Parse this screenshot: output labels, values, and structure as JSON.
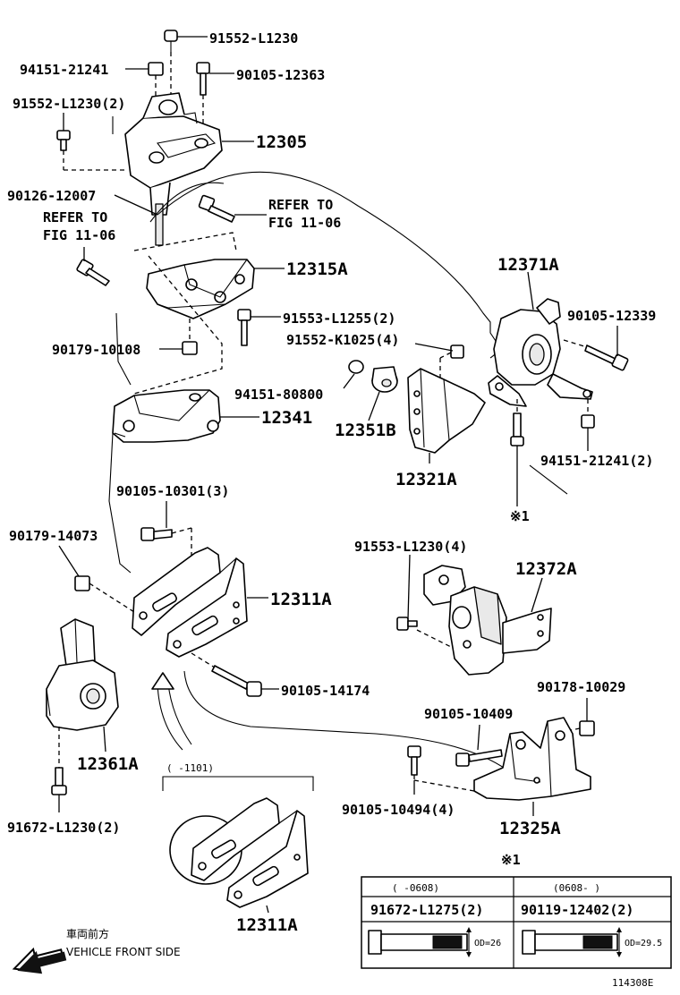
{
  "parts": {
    "p91552_L1230": "91552-L1230",
    "p94151_21241": "94151-21241",
    "p90105_12363": "90105-12363",
    "p91552_L1230_2": "91552-L1230(2)",
    "p12305": "12305",
    "p90126_12007": "90126-12007",
    "p12315A": "12315A",
    "p91553_L1255_2": "91553-L1255(2)",
    "p91552_K1025_4": "91552-K1025(4)",
    "p90179_10108": "90179-10108",
    "p94151_80800": "94151-80800",
    "p12341": "12341",
    "p12351B": "12351B",
    "p12321A": "12321A",
    "p12371A": "12371A",
    "p90105_12339": "90105-12339",
    "p94151_21241_2": "94151-21241(2)",
    "p90105_10301_3": "90105-10301(3)",
    "p90179_14073": "90179-14073",
    "p12311A": "12311A",
    "p91553_L1230_4": "91553-L1230(4)",
    "p12372A": "12372A",
    "p90105_14174": "90105-14174",
    "p90178_10029": "90178-10029",
    "p90105_10409": "90105-10409",
    "p12361A": "12361A",
    "p90105_10494_4": "90105-10494(4)",
    "p12325A": "12325A",
    "p91672_L1230_2": "91672-L1230(2)",
    "p12311A_alt": "12311A"
  },
  "refs": {
    "refer_to_1": "REFER TO",
    "fig_1": "FIG 11-06",
    "refer_to_2": "REFER TO",
    "fig_2": "FIG 11-06"
  },
  "note_mark": "※1",
  "note_mark_top": "※1",
  "date_range_alt": "(    -1101)",
  "table": {
    "col1_range": "(    -0608)",
    "col2_range": "(0608-    )",
    "col1_part": "91672-L1275(2)",
    "col2_part": "90119-12402(2)",
    "col1_od": "OD=26",
    "col2_od": "OD=29.5"
  },
  "front": {
    "jp": "車両前方",
    "en": "VEHICLE FRONT SIDE"
  },
  "figure_id": "114308E"
}
